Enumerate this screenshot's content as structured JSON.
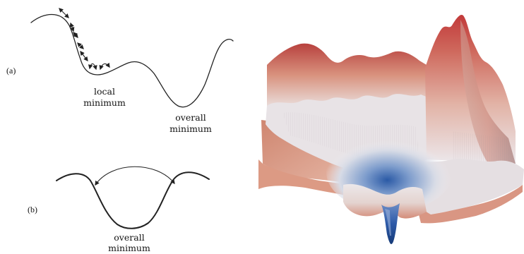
{
  "figure": {
    "panel_a": {
      "label": "(a)",
      "local_minimum_line1": "local",
      "local_minimum_line2": "minimum",
      "overall_minimum_line1": "overall",
      "overall_minimum_line2": "minimum"
    },
    "panel_b": {
      "label": "(b)",
      "overall_minimum_line1": "overall",
      "overall_minimum_line2": "minimum"
    },
    "landscape": {
      "icon": "loss-landscape-3d-surface",
      "colors": {
        "peak": "#b8413e",
        "mid": "#d99a86",
        "neutral": "#e9e6e8",
        "valley": "#2f5fa8"
      }
    }
  }
}
